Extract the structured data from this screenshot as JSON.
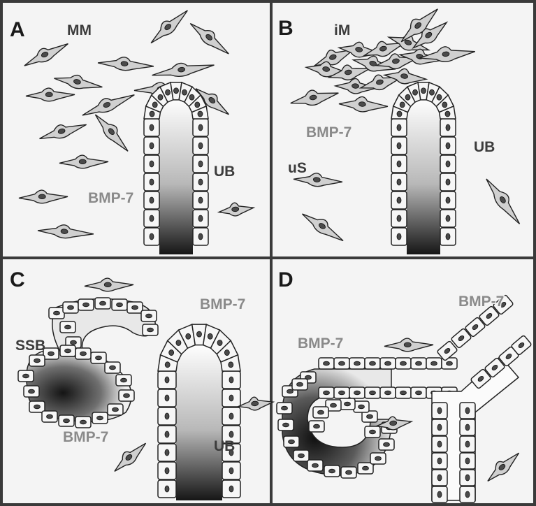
{
  "panels": [
    {
      "id": "A",
      "letter": "A",
      "labels": {
        "mesenchyme": "MM",
        "bud": "UB",
        "factor": "BMP-7"
      }
    },
    {
      "id": "B",
      "letter": "B",
      "labels": {
        "mesenchyme": "iM",
        "factor": "BMP-7",
        "bud": "UB",
        "stroma": "uS"
      }
    },
    {
      "id": "C",
      "letter": "C",
      "labels": {
        "factor_top": "BMP-7",
        "body": "SSB",
        "factor_bottom": "BMP-7",
        "bud": "UB"
      }
    },
    {
      "id": "D",
      "letter": "D",
      "labels": {
        "factor_top": "BMP-7",
        "factor_left": "BMP-7"
      }
    }
  ],
  "colors": {
    "background": "#f4f4f4",
    "border": "#3a3a3a",
    "cell": "#d0d0d0",
    "nucleus": "#4a4a4a",
    "lumen_dark": "#1e1e1e"
  }
}
